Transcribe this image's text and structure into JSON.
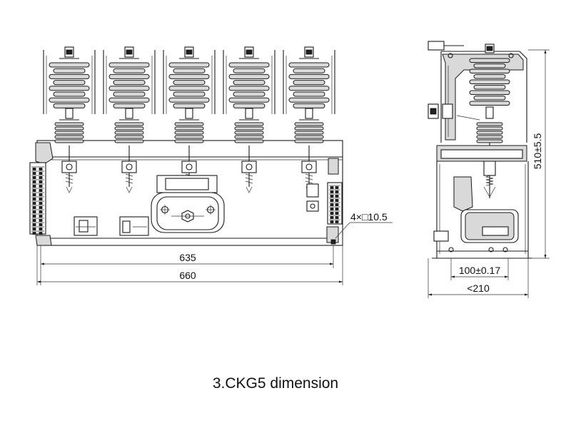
{
  "caption": "3.CKG5 dimension",
  "dimensions": {
    "width_inner": "635",
    "width_outer": "660",
    "holes": "4×□10.5",
    "height": "510±5.5",
    "hole_spacing": "100±0.17",
    "depth": "<210"
  },
  "front_view": {
    "pole_count": 5
  }
}
